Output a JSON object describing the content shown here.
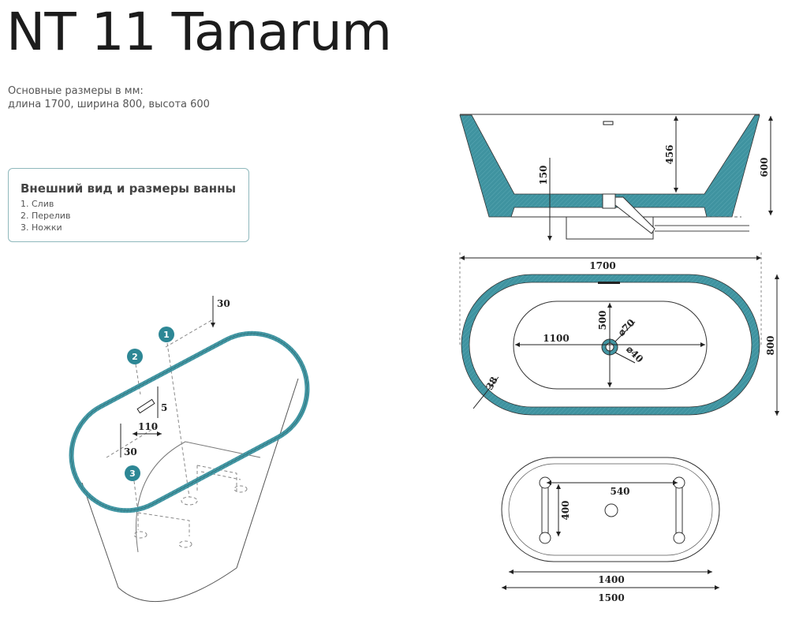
{
  "title": "NT 11 Tanarum",
  "specs": {
    "line1": "Основные размеры в мм:",
    "line2": "длина 1700, ширина 800, высота 600"
  },
  "legend": {
    "heading": "Внешний вид и размеры ванны",
    "items": [
      "1. Слив",
      "2. Перелив",
      "3. Ножки"
    ]
  },
  "iso_view": {
    "badges": [
      "1",
      "2",
      "3"
    ],
    "dims": {
      "top": "30",
      "overflow_h": "5",
      "overflow_w": "110",
      "left": "30"
    }
  },
  "side_view": {
    "dims": {
      "depth": "456",
      "drain": "150",
      "height": "600"
    }
  },
  "top_view": {
    "dims": {
      "length": "1700",
      "width": "800",
      "inner_len": "1100",
      "inner_w": "500",
      "d_outer": "⌀70",
      "d_inner": "⌀40",
      "rim": "38"
    }
  },
  "bottom_view": {
    "dims": {
      "feet_x": "540",
      "feet_y": "400",
      "inner_len": "1400",
      "outer_len": "1500"
    }
  },
  "colors": {
    "teal": "#3f93a0",
    "badge": "#2d8795"
  }
}
